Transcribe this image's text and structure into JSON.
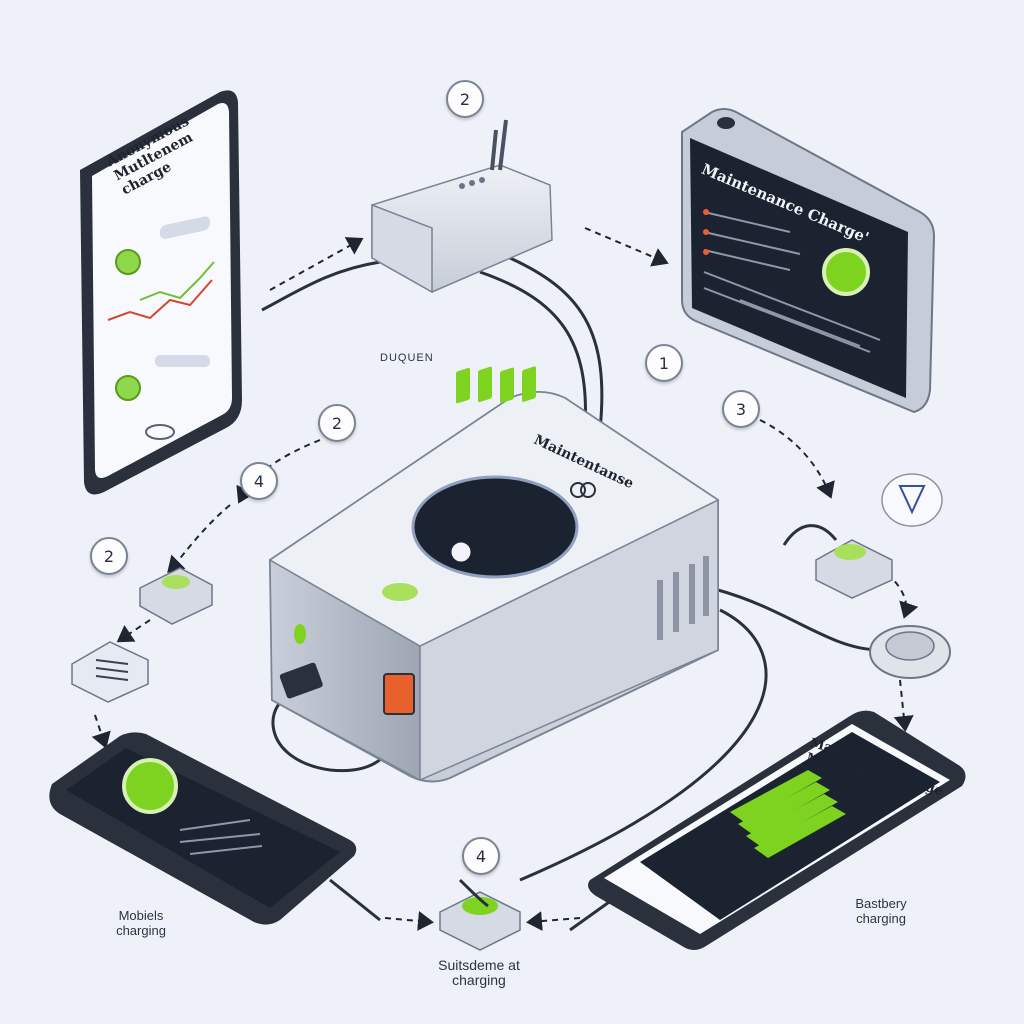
{
  "colors": {
    "background": "#eef2f8",
    "device_body": "#d9dee8",
    "screen_dark": "#1b2230",
    "accent_green": "#7ed321",
    "accent_orange": "#e8602c",
    "line": "#2a313d"
  },
  "left_phone": {
    "title_line1": "Anonymous",
    "title_line2": "Mutltenem charge"
  },
  "monitor": {
    "title": "Maintenance Charge'"
  },
  "main_unit": {
    "label": "Maintentanse"
  },
  "right_phone": {
    "title_line1": "Maintenance",
    "title_line2": "Maintenam Charge"
  },
  "center_note": "DUQUEN",
  "captions": {
    "bottom_left": "Mobiels\ncharging",
    "bottom_center": "Suitsdeme at\ncharging",
    "bottom_right": "Bastbery\ncharging"
  },
  "step_markers": {
    "top_adapter": "2",
    "right_middle": "1",
    "left_upper": "2",
    "left_arrow": "4",
    "right_lower": "3",
    "left_lower": "2",
    "bottom": "4"
  },
  "icons": [
    "phone-icon",
    "monitor-icon",
    "power-adapter-icon",
    "charger-hub-icon",
    "battery-icon",
    "check-icon",
    "plug-icon",
    "arrow-icon"
  ]
}
